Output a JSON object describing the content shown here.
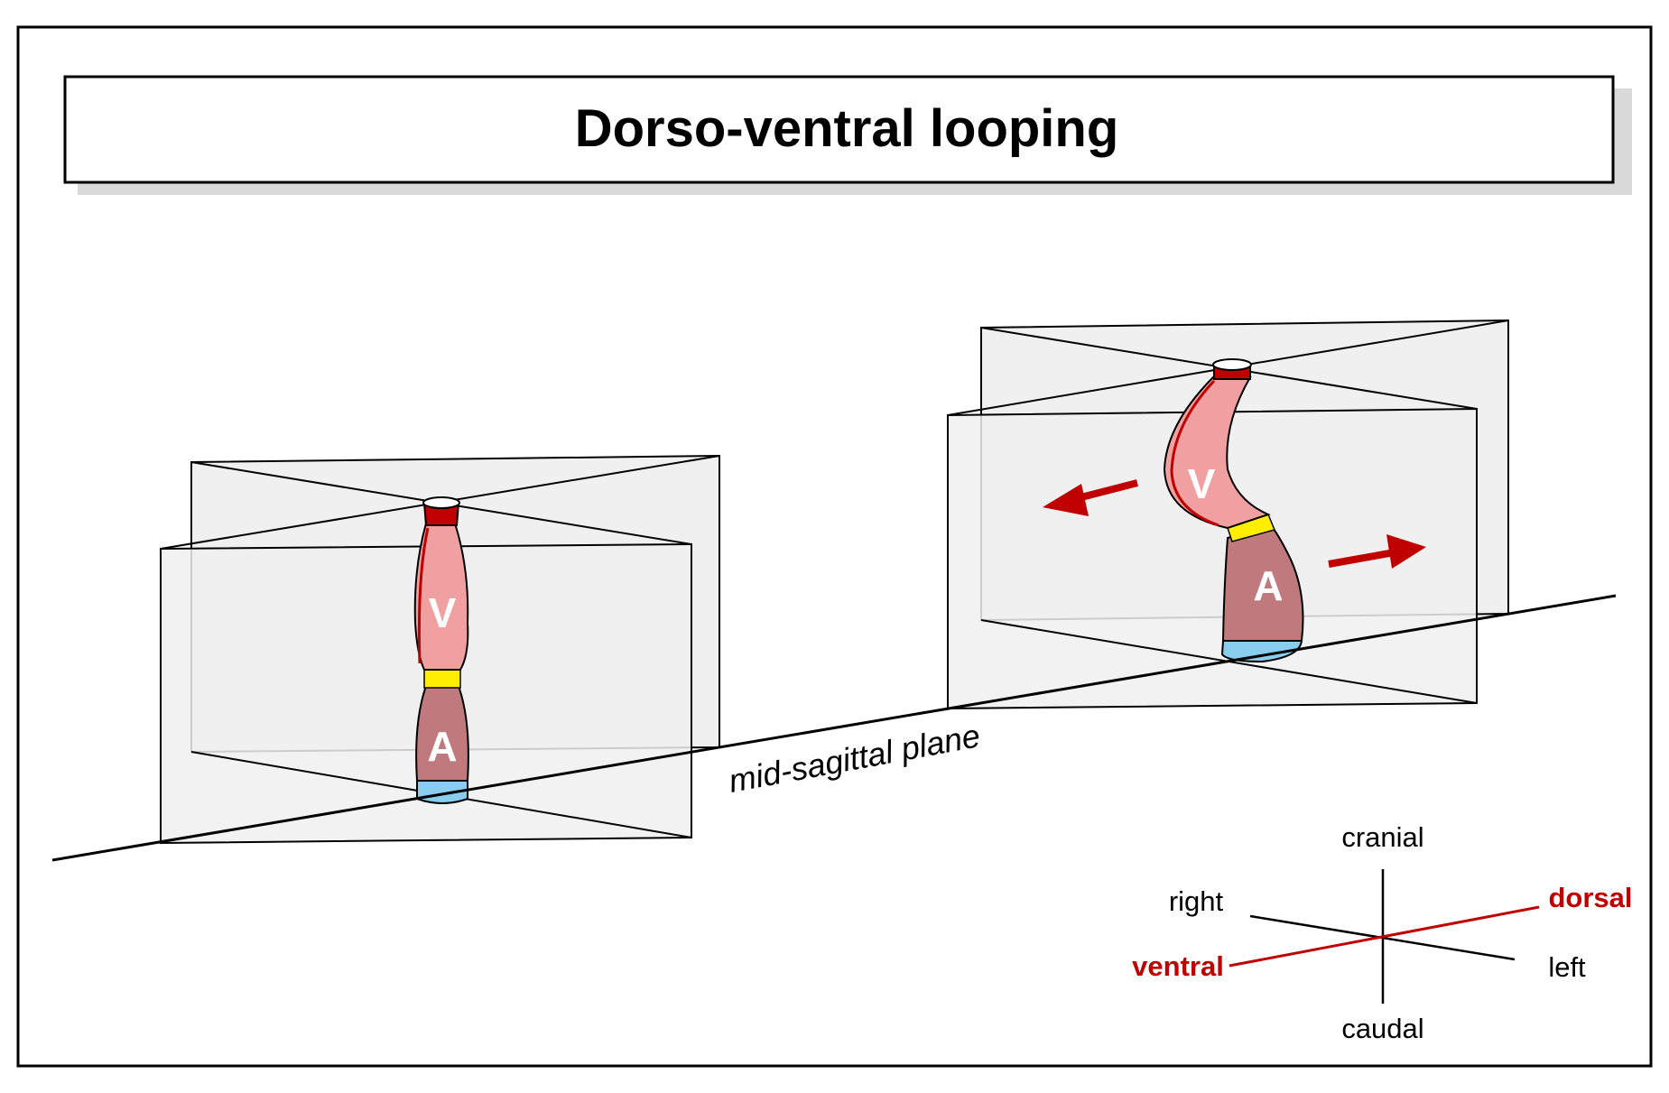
{
  "title": "Dorso-ventral looping",
  "left_heart": {
    "ventricle_label": "V",
    "atrium_label": "A"
  },
  "right_heart": {
    "ventricle_label": "V",
    "atrium_label": "A"
  },
  "plane_label": "mid-sagittal plane",
  "orientation": {
    "cranial": "cranial",
    "caudal": "caudal",
    "right": "right",
    "left": "left",
    "dorsal": "dorsal",
    "ventral": "ventral"
  },
  "colors": {
    "ventricle": "#f0a0a0",
    "atrium": "#c07a7e",
    "outflow": "#c00000",
    "junction": "#ffee00",
    "inflow": "#88ccee",
    "plane_fill": "#f0f0f0",
    "accent": "#c00000"
  }
}
